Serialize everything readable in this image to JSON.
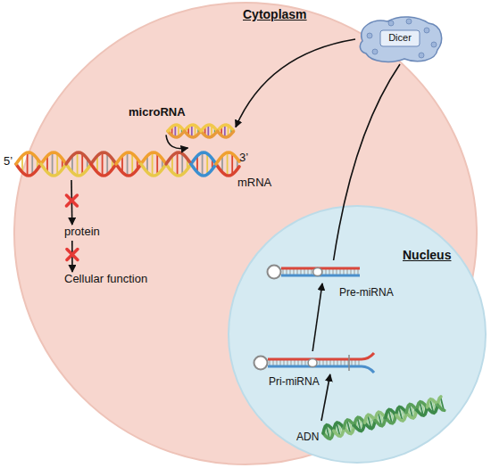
{
  "diagram": {
    "nodes": [
      {
        "text": [
          "Cytoplasm"
        ]
      },
      {
        "text": [
          "microRNA"
        ],
        "in": 0
      },
      {
        "text": [
          "Dicer"
        ],
        "in": 0
      },
      {
        "text": [
          "mRNA"
        ],
        "in": 0
      },
      {
        "text": [
          "protein"
        ],
        "in": 0
      },
      {
        "text": [
          "Cellular function"
        ],
        "in": 0
      },
      {
        "text": [
          "Nucleus"
        ],
        "in": 0
      },
      {
        "text": [
          "Pre-miRNA"
        ],
        "in": 6
      },
      {
        "text": [
          "Pri-miRNA"
        ],
        "in": 6
      },
      {
        "text": [
          "ADN"
        ],
        "in": 6
      }
    ],
    "edges": [
      {
        "from": 9,
        "to": 8,
        "arrow": "to"
      },
      {
        "from": 8,
        "to": 7,
        "arrow": "to"
      },
      {
        "from": 7,
        "to": 2,
        "arrow": "none"
      },
      {
        "from": 2,
        "to": 1,
        "arrow": "to"
      },
      {
        "from": 1,
        "to": 3,
        "arrow": "to"
      },
      {
        "from": 3,
        "to": 4,
        "arrow": "to"
      },
      {
        "from": 4,
        "to": 5,
        "arrow": "to"
      }
    ],
    "labels": [
      "5’",
      "3’"
    ]
  }
}
